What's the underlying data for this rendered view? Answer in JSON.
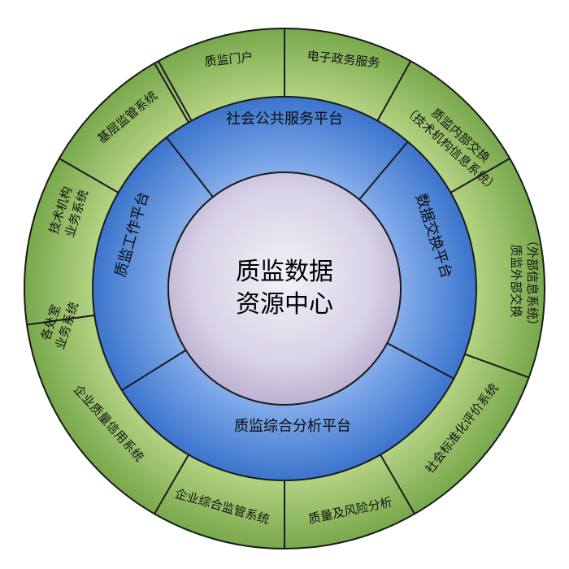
{
  "center": {
    "line1": "质监数据",
    "line2": "资源中心"
  },
  "middle_ring": [
    {
      "id": "social",
      "label": "社会公共服务平台"
    },
    {
      "id": "exchange",
      "label": "数据交换平台"
    },
    {
      "id": "analysis",
      "label": "质监综合分析平台"
    },
    {
      "id": "work",
      "label": "质监工作平台"
    }
  ],
  "outer_ring": [
    {
      "id": "portal",
      "lines": [
        "质监门户"
      ]
    },
    {
      "id": "egov",
      "lines": [
        "电子政务服务"
      ]
    },
    {
      "id": "internal",
      "lines": [
        "质监内部交换",
        "（技术机构信息系统）"
      ]
    },
    {
      "id": "external",
      "lines": [
        "质监外部交换",
        "（外部信息系统）"
      ]
    },
    {
      "id": "standard",
      "lines": [
        "社会标准化评价系统"
      ]
    },
    {
      "id": "risk",
      "lines": [
        "质量及风险分析"
      ]
    },
    {
      "id": "supervise",
      "lines": [
        "企业综合监管系统"
      ]
    },
    {
      "id": "credit",
      "lines": [
        "企业质量信用系统"
      ]
    },
    {
      "id": "office",
      "lines": [
        "各处室",
        "业务系统"
      ]
    },
    {
      "id": "tech",
      "lines": [
        "技术机构",
        "业务系统"
      ]
    },
    {
      "id": "grassroots",
      "lines": [
        "基层监管系统"
      ]
    }
  ],
  "colors": {
    "outer_fill": "#8dbb5f",
    "outer_stroke": "#1a1a1a",
    "middle_fill": "#4d85d6",
    "center_fill": "#cdc6dd"
  }
}
